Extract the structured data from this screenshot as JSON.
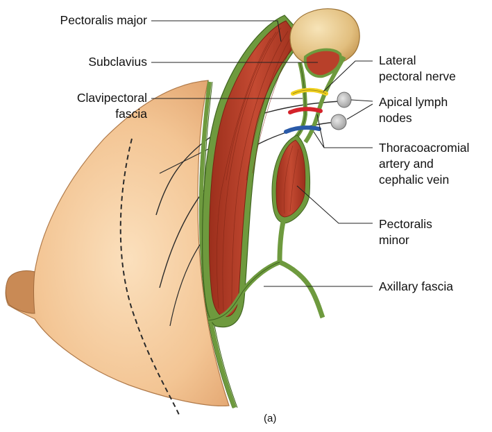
{
  "labels": {
    "pectoralis_major": "Pectoralis major",
    "subclavius": "Subclavius",
    "clavipectoral_1": "Clavipectoral",
    "clavipectoral_2": "fascia",
    "lateral_pectoral_1": "Lateral",
    "lateral_pectoral_2": "pectoral nerve",
    "apical_1": "Apical lymph",
    "apical_2": "nodes",
    "thoraco_1": "Thoracoacromial",
    "thoraco_2": "artery and",
    "thoraco_3": "cephalic vein",
    "pect_minor_1": "Pectoralis",
    "pect_minor_2": "minor",
    "axillary": "Axillary fascia"
  },
  "caption": "(a)",
  "colors": {
    "skin": "#f0c090",
    "skin_dark": "#d99a63",
    "muscle": "#b8402a",
    "muscle_dark": "#8e2a1a",
    "fascia": "#6e9a3e",
    "fascia_dark": "#3f6420",
    "bone": "#e8c98e",
    "nerve": "#f0d020",
    "artery": "#d4222a",
    "vein": "#2a5aa8",
    "node": "#b8b8b8"
  }
}
